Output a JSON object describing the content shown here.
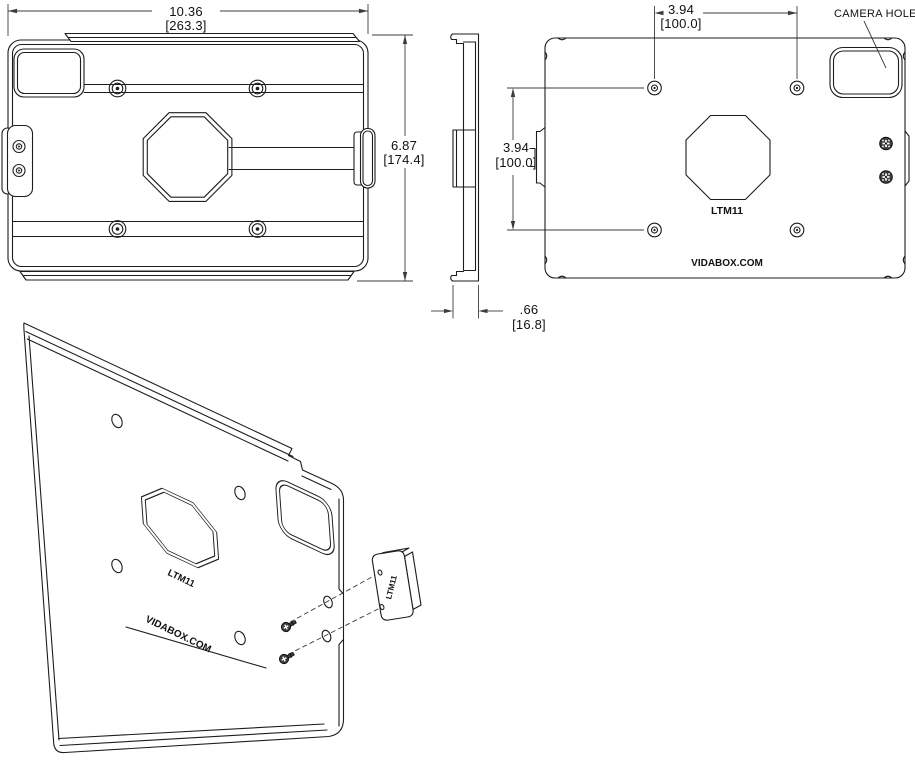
{
  "drawing": {
    "background": "#ffffff",
    "object_line_color": "#1d1d1d",
    "dimension_line_color": "#3c3c3c",
    "views": {
      "front": {
        "width_dim_in": "10.36",
        "width_dim_mm": "[263.3]",
        "height_dim_in": "6.87",
        "height_dim_mm": "[174.4]"
      },
      "side": {
        "thickness_dim_in": ".66",
        "thickness_dim_mm": "[16.8]"
      },
      "back": {
        "vesa_h_dim_in": "3.94",
        "vesa_h_dim_mm": "[100.0]",
        "vesa_v_dim_in": "3.94",
        "vesa_v_dim_mm": "[100.0]",
        "camera_label": "CAMERA HOLE",
        "model_label": "LTM11",
        "brand_label": "VIDABOX.COM"
      },
      "iso": {
        "model_label": "LTM11",
        "brand_label": "VIDABOX.COM",
        "bracket_label": "LTM11"
      }
    }
  }
}
